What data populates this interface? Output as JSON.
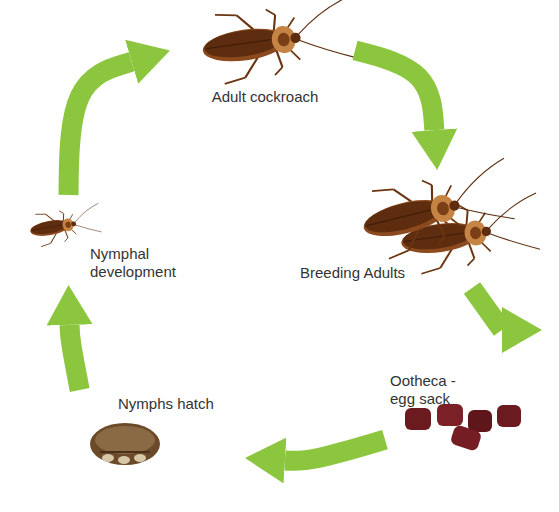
{
  "diagram": {
    "nodes": [
      {
        "text": [
          "Adult cockroach"
        ]
      },
      {
        "text": [
          "Breeding Adults"
        ]
      },
      {
        "text": [
          "Ootheca - egg sack"
        ]
      },
      {
        "text": [
          "Nymphs hatch"
        ]
      },
      {
        "text": [
          "Nymphal development"
        ]
      }
    ],
    "edges": [
      {
        "from": 0,
        "to": 1,
        "arrow": "to"
      },
      {
        "from": 1,
        "to": 2,
        "arrow": "to"
      },
      {
        "from": 2,
        "to": 3,
        "arrow": "to"
      },
      {
        "from": 3,
        "to": 4,
        "arrow": "to"
      },
      {
        "from": 4,
        "to": 0,
        "arrow": "to"
      }
    ]
  }
}
